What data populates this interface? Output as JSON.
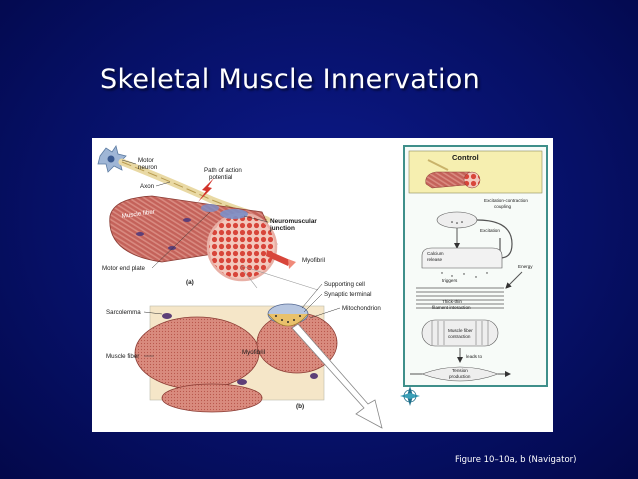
{
  "slide": {
    "title": "Skeletal Muscle Innervation",
    "caption": "Figure 10–10a, b (Navigator)",
    "colors": {
      "background": "#061066",
      "title": "#ffffff",
      "muscle": "#c4625a",
      "panel_border": "#3f8f8a",
      "control_box": "#f6efb0"
    }
  },
  "diagram_a": {
    "panel_label": "(a)",
    "labels": {
      "motor_neuron": [
        "Motor",
        "neuron"
      ],
      "path_action_potential": [
        "Path of action",
        "potential"
      ],
      "axon": "Axon",
      "muscle_fiber": "Muscle fiber",
      "neuromuscular_junction": [
        "Neuromuscular",
        "junction"
      ],
      "myofibril": "Myofibril",
      "motor_end_plate": "Motor end plate"
    }
  },
  "diagram_b": {
    "panel_label": "(b)",
    "labels": {
      "supporting_cell": "Supporting cell",
      "synaptic_terminal": "Synaptic terminal",
      "mitochondrion": "Mitochondrion",
      "sarcolemma": "Sarcolemma",
      "myofibril": "Myofibril",
      "muscle_fiber": "Muscle fiber"
    }
  },
  "navigator": {
    "title": "Control",
    "steps": {
      "excitation_contraction": [
        "Excitation-contraction",
        "coupling"
      ],
      "excitation": "Excitation",
      "calcium_release": [
        "Calcium",
        "release"
      ],
      "triggers": "triggers",
      "energy": "Energy",
      "thick_thin": [
        "Thick-thin",
        "filament interaction"
      ],
      "muscle_fiber_contraction": [
        "Muscle fiber",
        "contraction"
      ],
      "leads_to": "leads to",
      "tension_production": [
        "Tension",
        "production"
      ]
    }
  }
}
